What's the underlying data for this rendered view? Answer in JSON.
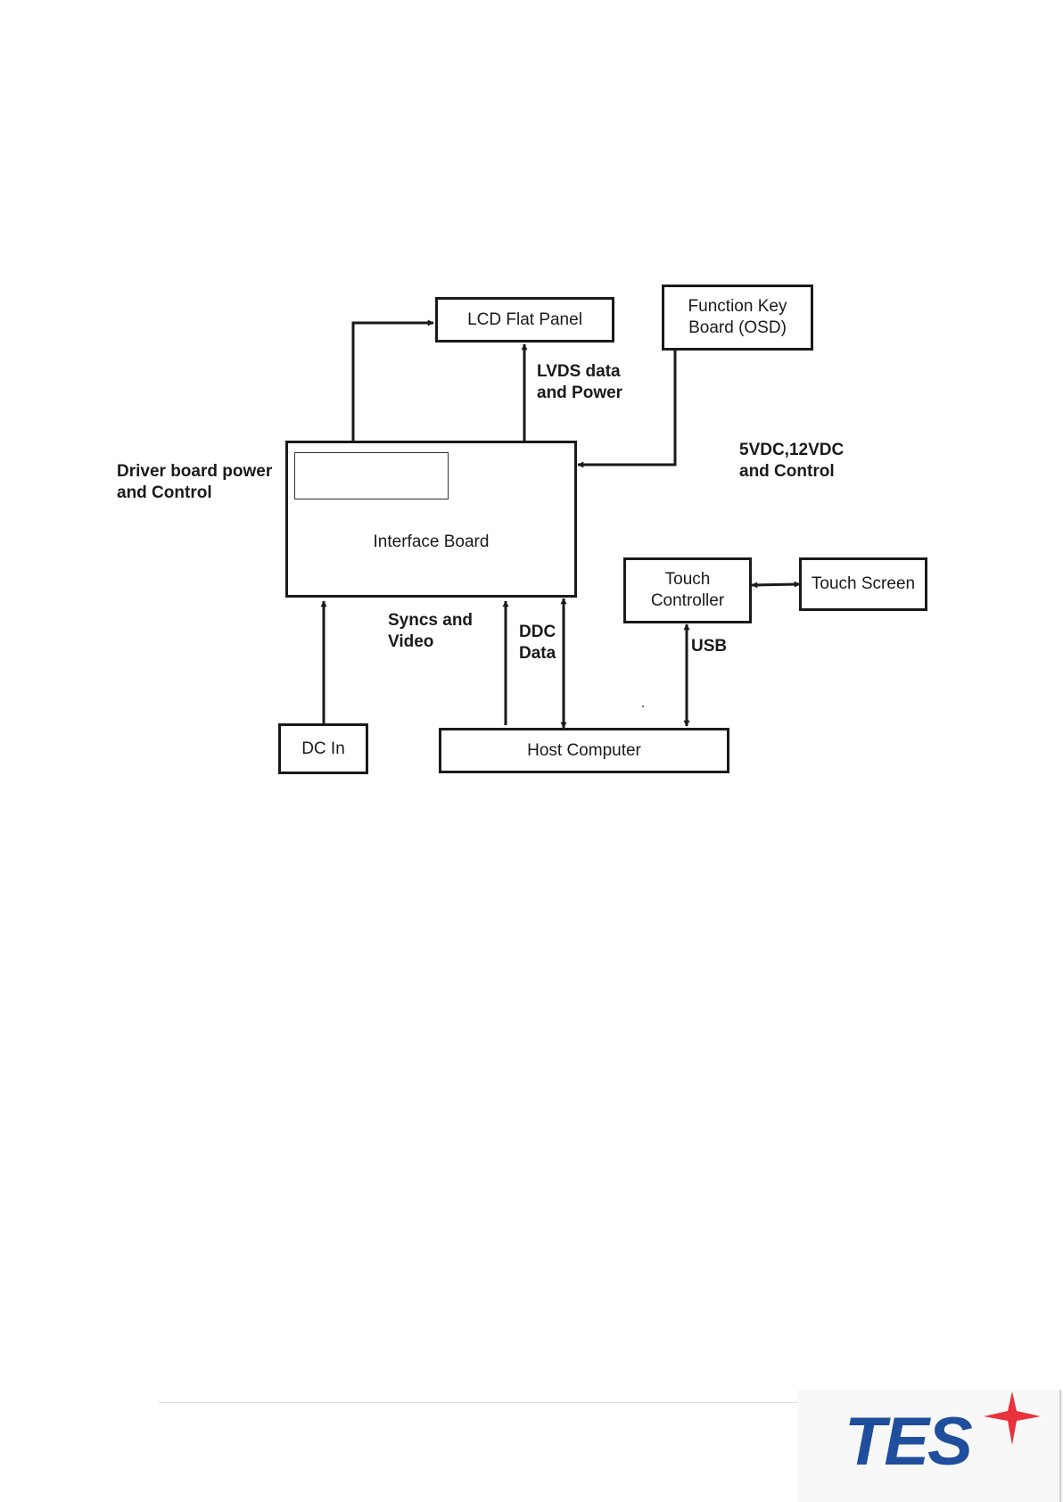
{
  "diagram": {
    "boxes": {
      "lcd_flat_panel": "LCD Flat Panel",
      "function_key_board": "Function Key\nBoard (OSD)",
      "interface_board": "Interface Board",
      "touch_controller": "Touch\nController",
      "touch_screen": "Touch Screen",
      "dc_in": "DC In",
      "host_computer": "Host Computer"
    },
    "labels": {
      "lvds": "LVDS data\nand Power",
      "driver_board": "Driver board power\n and Control",
      "vdc": "5VDC,12VDC\nand  Control",
      "syncs_video": "Syncs and\n Video",
      "ddc_data": "DDC\nData",
      "usb": "USB"
    }
  },
  "footer": {
    "logo_text": "TES",
    "logo_colors": {
      "text": "#1f4e9c",
      "star": "#e8323c"
    }
  }
}
